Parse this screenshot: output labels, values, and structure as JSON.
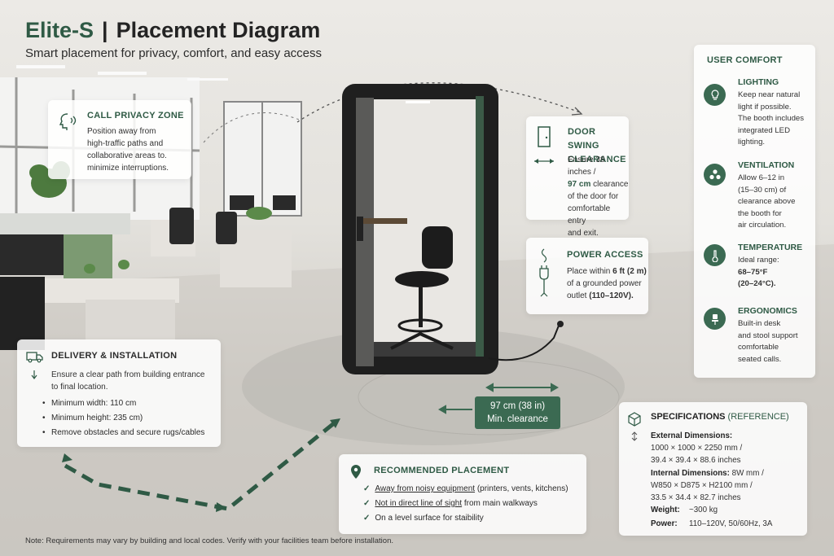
{
  "header": {
    "brand": "Elite-S",
    "separator": "|",
    "title": "Placement Diagram",
    "subtitle": "Smart placement for privacy, comfort, and easy access"
  },
  "colors": {
    "accent": "#2f5a45",
    "booth": "#1f1f1f",
    "panel": "#3b5a47"
  },
  "call_privacy": {
    "icon": "head-speaking-icon",
    "title": "CALL PRIVACY ZONE",
    "text": [
      "Position away from",
      "high-traffic paths and",
      "collaborative areas to.",
      "minimize interruptions."
    ]
  },
  "door_swing": {
    "icon": "door-icon",
    "title_lines": [
      "DOOR SWING",
      "CLEARANCE"
    ],
    "t1": "Ensure 38 inches /",
    "t2_bold": "97 cm",
    "t2_rest": " clearance",
    "t3": "of the door for",
    "t4": "comfortable entry",
    "t5": "and exit."
  },
  "power_access": {
    "icon": "plug-icon",
    "title": "POWER ACCESS",
    "t1_a": "Place within ",
    "t1_bold": "6 ft (2 m)",
    "t2": "of a grounded power",
    "t3_a": "outlet ",
    "t3_bold": "(110–120V)."
  },
  "user_comfort": {
    "title": "USER COMFORT",
    "items": [
      {
        "icon": "lightbulb-icon",
        "title": "LIGHTING",
        "lines": [
          "Keep near natural",
          "light if possible.",
          "The booth includes",
          "integrated LED",
          "lighting."
        ]
      },
      {
        "icon": "fan-icon",
        "title": "VENTILATION",
        "lines": [
          "Allow 6–12 in",
          "(15–30 cm) of",
          "clearance above",
          "the booth for",
          "air circulation."
        ]
      },
      {
        "icon": "thermometer-icon",
        "title": "TEMPERATURE",
        "lines": [
          "Ideal range:"
        ],
        "bold_lines": [
          "68–75°F",
          "(20–24°C)."
        ]
      },
      {
        "icon": "chair-icon",
        "title": "ERGONOMICS",
        "lines": [
          "Built-in desk",
          "and stool support",
          "comfortable",
          "seated calls."
        ]
      }
    ]
  },
  "delivery": {
    "icon": "truck-icon",
    "title": "DELIVERY & INSTALLATION",
    "intro": [
      "Ensure a clear path from building entrance",
      "to final location."
    ],
    "bullets": [
      "Minimum width: 110 cm",
      "Minimum height: 235 cm)",
      "Remove obstacles and secure rugs/cables"
    ]
  },
  "clearance_badge": {
    "line1": "97 cm (38 in)",
    "line2": "Min. clearance"
  },
  "recommended": {
    "icon": "map-pin-icon",
    "title": "RECOMMENDED PLACEMENT",
    "rows": [
      {
        "u": "Away from noisy equipment",
        "rest": " (printers, vents, kitchens)"
      },
      {
        "u": "Not in direct line of sight",
        "rest": " from main walkways"
      },
      {
        "u": "",
        "rest": "On a level surface for staibility"
      }
    ]
  },
  "specs": {
    "icon": "box-icon",
    "title": "SPECIFICATIONS",
    "title_ref": "(REFERENCE)",
    "ext_label": "External Dimensions:",
    "ext_lines": [
      "1000 × 1000 × 2250 mm /",
      "39.4 × 39.4 × 88.6 inches"
    ],
    "int_label": "Internal Dimensions:",
    "int_first": " 8W mm /",
    "int_lines": [
      "W850 × D875 × H2100 mm /",
      "33.5 × 34.4 × 82.7 inches"
    ],
    "weight_label": "Weight:",
    "weight_value": "~300 kg",
    "power_label": "Power:",
    "power_value": "110–120V, 50/60Hz, 3A"
  },
  "note": "Note: Requirements may vary by building and local codes. Verify with your facilities team before installation."
}
